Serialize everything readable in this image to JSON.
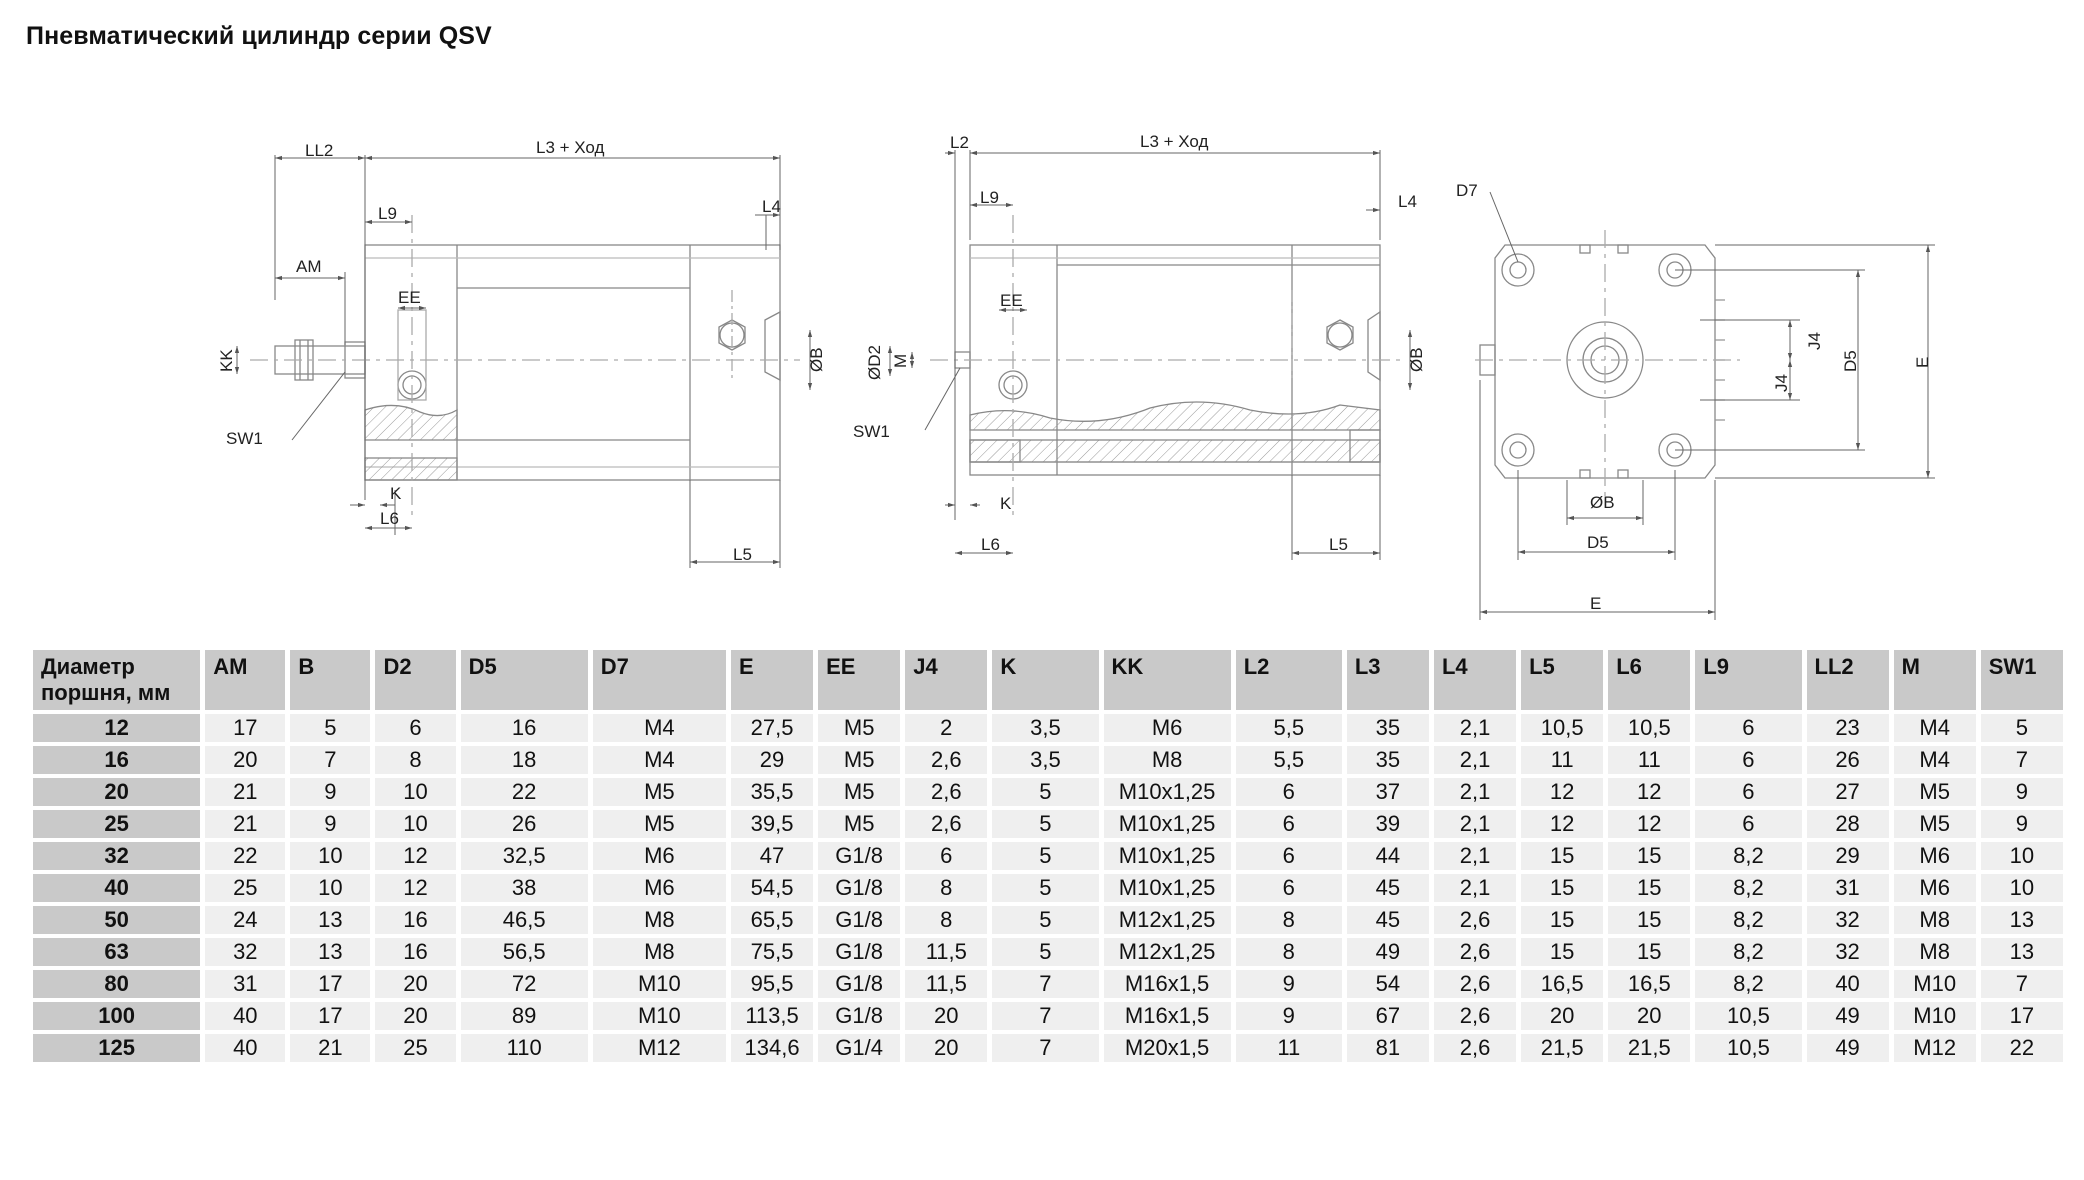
{
  "title": "Пневматический цилиндр серии QSV",
  "drawing_labels": {
    "side": {
      "ll2": "LL2",
      "l3": "L3 + Ход",
      "l9": "L9",
      "l4": "L4",
      "am": "AM",
      "ee": "EE",
      "kk": "KK",
      "sw1": "SW1",
      "k": "K",
      "l6": "L6",
      "l5": "L5",
      "b": "ØB"
    },
    "section": {
      "l2": "L2",
      "l3": "L3 + Ход",
      "l9": "L9",
      "l4": "L4",
      "ee": "EE",
      "d2": "ØD2",
      "m": "M",
      "sw1": "SW1",
      "k": "K",
      "l6": "L6",
      "l5": "L5",
      "b": "ØB"
    },
    "end": {
      "d7": "D7",
      "j4a": "J4",
      "j4b": "J4",
      "d5v": "D5",
      "ev": "E",
      "b": "ØB",
      "d5h": "D5",
      "eh": "E"
    }
  },
  "table": {
    "headers": [
      "Диаметр поршня, мм",
      "AM",
      "B",
      "D2",
      "D5",
      "D7",
      "E",
      "EE",
      "J4",
      "K",
      "KK",
      "L2",
      "L3",
      "L4",
      "L5",
      "L6",
      "L9",
      "LL2",
      "M",
      "SW1"
    ],
    "rows": [
      [
        "12",
        "17",
        "5",
        "6",
        "16",
        "M4",
        "27,5",
        "M5",
        "2",
        "3,5",
        "M6",
        "5,5",
        "35",
        "2,1",
        "10,5",
        "10,5",
        "6",
        "23",
        "M4",
        "5"
      ],
      [
        "16",
        "20",
        "7",
        "8",
        "18",
        "M4",
        "29",
        "M5",
        "2,6",
        "3,5",
        "M8",
        "5,5",
        "35",
        "2,1",
        "11",
        "11",
        "6",
        "26",
        "M4",
        "7"
      ],
      [
        "20",
        "21",
        "9",
        "10",
        "22",
        "M5",
        "35,5",
        "M5",
        "2,6",
        "5",
        "M10x1,25",
        "6",
        "37",
        "2,1",
        "12",
        "12",
        "6",
        "27",
        "M5",
        "9"
      ],
      [
        "25",
        "21",
        "9",
        "10",
        "26",
        "M5",
        "39,5",
        "M5",
        "2,6",
        "5",
        "M10x1,25",
        "6",
        "39",
        "2,1",
        "12",
        "12",
        "6",
        "28",
        "M5",
        "9"
      ],
      [
        "32",
        "22",
        "10",
        "12",
        "32,5",
        "M6",
        "47",
        "G1/8",
        "6",
        "5",
        "M10x1,25",
        "6",
        "44",
        "2,1",
        "15",
        "15",
        "8,2",
        "29",
        "M6",
        "10"
      ],
      [
        "40",
        "25",
        "10",
        "12",
        "38",
        "M6",
        "54,5",
        "G1/8",
        "8",
        "5",
        "M10x1,25",
        "6",
        "45",
        "2,1",
        "15",
        "15",
        "8,2",
        "31",
        "M6",
        "10"
      ],
      [
        "50",
        "24",
        "13",
        "16",
        "46,5",
        "M8",
        "65,5",
        "G1/8",
        "8",
        "5",
        "M12x1,25",
        "8",
        "45",
        "2,6",
        "15",
        "15",
        "8,2",
        "32",
        "M8",
        "13"
      ],
      [
        "63",
        "32",
        "13",
        "16",
        "56,5",
        "M8",
        "75,5",
        "G1/8",
        "11,5",
        "5",
        "M12x1,25",
        "8",
        "49",
        "2,6",
        "15",
        "15",
        "8,2",
        "32",
        "M8",
        "13"
      ],
      [
        "80",
        "31",
        "17",
        "20",
        "72",
        "M10",
        "95,5",
        "G1/8",
        "11,5",
        "7",
        "M16x1,5",
        "9",
        "54",
        "2,6",
        "16,5",
        "16,5",
        "8,2",
        "40",
        "M10",
        "7"
      ],
      [
        "100",
        "40",
        "17",
        "20",
        "89",
        "M10",
        "113,5",
        "G1/8",
        "20",
        "7",
        "M16x1,5",
        "9",
        "67",
        "2,6",
        "20",
        "20",
        "10,5",
        "49",
        "M10",
        "17"
      ],
      [
        "125",
        "40",
        "21",
        "25",
        "110",
        "M12",
        "134,6",
        "G1/4",
        "20",
        "7",
        "M20x1,5",
        "11",
        "81",
        "2,6",
        "21,5",
        "21,5",
        "10,5",
        "49",
        "M12",
        "22"
      ]
    ]
  }
}
